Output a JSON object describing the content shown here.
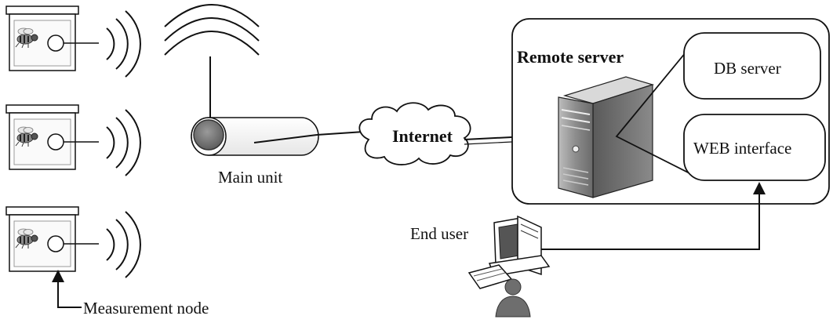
{
  "labels": {
    "main_unit": "Main unit",
    "internet": "Internet",
    "remote_server": "Remote server",
    "db_server": "DB server",
    "web_interface": "WEB interface",
    "end_user": "End user",
    "measurement_node": "Measurement node"
  },
  "icons": {
    "hive": "beehive-node-icon",
    "wireless": "wireless-signal-icon",
    "main_unit": "main-unit-device-icon",
    "cloud": "cloud-icon",
    "server_tower": "server-tower-icon",
    "computer": "desktop-computer-icon",
    "person": "person-icon"
  },
  "colors": {
    "stroke": "#111111",
    "gray_dark": "#6f6f6f",
    "gray_light": "#e6e6e6",
    "unit_dot": "#7a7a7a"
  }
}
